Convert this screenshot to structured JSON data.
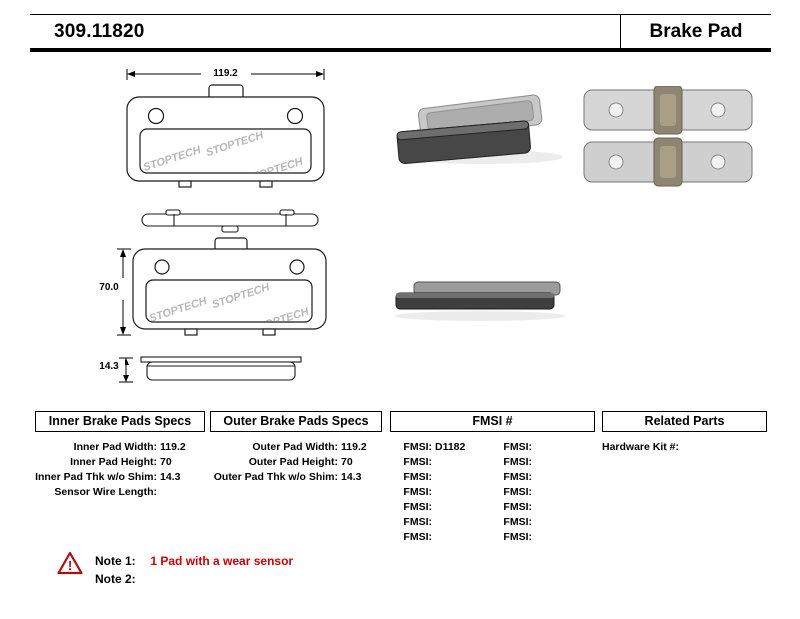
{
  "header": {
    "part_number": "309.11820",
    "product_name": "Brake Pad"
  },
  "drawings": {
    "width_dim": "119.2",
    "height_dim": "70.0",
    "thickness_dim": "14.3",
    "brand_watermark": "STOPTECH"
  },
  "specs": {
    "inner": {
      "header": "Inner Brake Pads Specs",
      "rows": [
        {
          "label": "Inner Pad Width:",
          "value": "119.2"
        },
        {
          "label": "Inner Pad Height:",
          "value": "70"
        },
        {
          "label": "Inner Pad Thk w/o Shim:",
          "value": "14.3"
        },
        {
          "label": "Sensor Wire Length:",
          "value": ""
        }
      ]
    },
    "outer": {
      "header": "Outer Brake Pads Specs",
      "rows": [
        {
          "label": "Outer Pad Width:",
          "value": "119.2"
        },
        {
          "label": "Outer Pad Height:",
          "value": "70"
        },
        {
          "label": "Outer Pad Thk w/o Shim:",
          "value": "14.3"
        }
      ]
    },
    "fmsi": {
      "header": "FMSI #",
      "col1": [
        {
          "label": "FMSI:",
          "value": "D1182"
        },
        {
          "label": "FMSI:",
          "value": ""
        },
        {
          "label": "FMSI:",
          "value": ""
        },
        {
          "label": "FMSI:",
          "value": ""
        },
        {
          "label": "FMSI:",
          "value": ""
        },
        {
          "label": "FMSI:",
          "value": ""
        },
        {
          "label": "FMSI:",
          "value": ""
        }
      ],
      "col2": [
        {
          "label": "FMSI:",
          "value": ""
        },
        {
          "label": "FMSI:",
          "value": ""
        },
        {
          "label": "FMSI:",
          "value": ""
        },
        {
          "label": "FMSI:",
          "value": ""
        },
        {
          "label": "FMSI:",
          "value": ""
        },
        {
          "label": "FMSI:",
          "value": ""
        },
        {
          "label": "FMSI:",
          "value": ""
        }
      ]
    },
    "related": {
      "header": "Related Parts",
      "rows": [
        {
          "label": "Hardware Kit #:",
          "value": ""
        }
      ]
    }
  },
  "notes": {
    "warning_glyph": "!",
    "note1_label": "Note 1:",
    "note1_text": "1 Pad with a wear sensor",
    "note2_label": "Note 2:",
    "note2_text": ""
  },
  "colors": {
    "note_red": "#cc0000"
  }
}
